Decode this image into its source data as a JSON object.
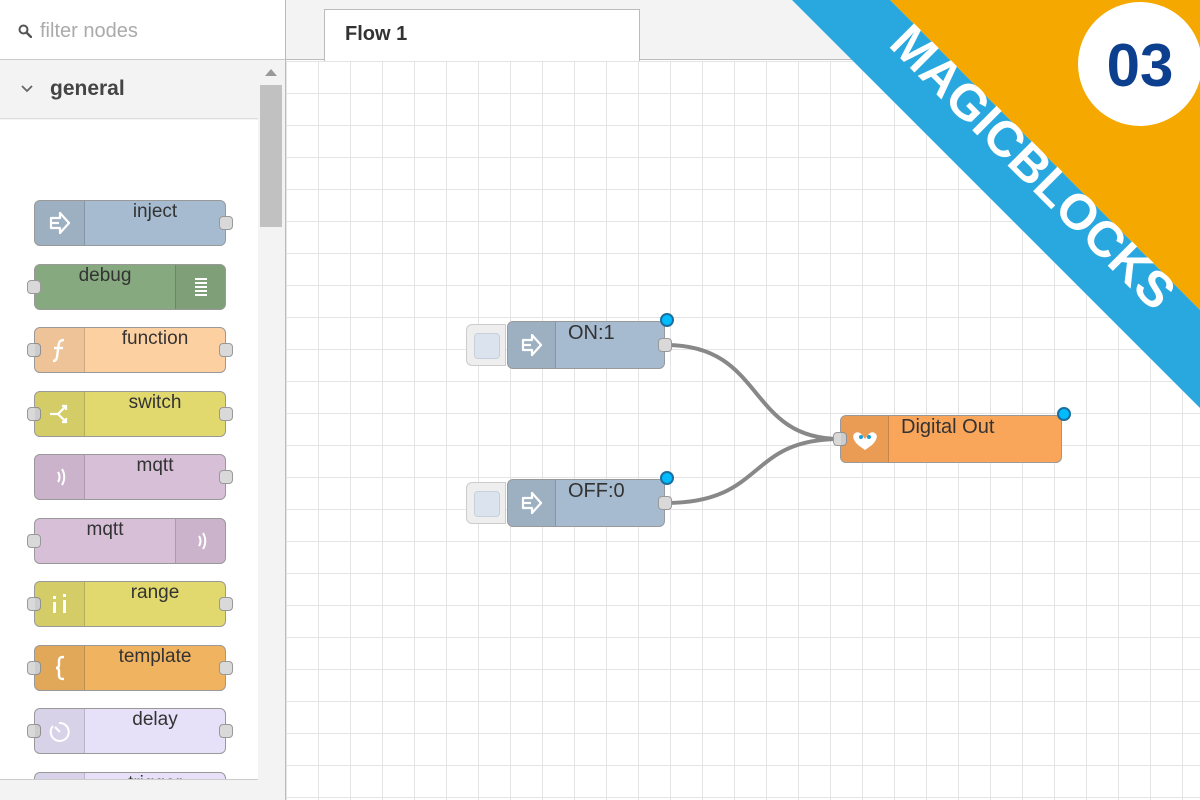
{
  "palette": {
    "search_placeholder": "filter nodes",
    "category": "general",
    "nodes": [
      {
        "label": "inject",
        "color": "#a6bbcf"
      },
      {
        "label": "debug",
        "color": "#87a980"
      },
      {
        "label": "function",
        "color": "#fdd0a2"
      },
      {
        "label": "switch",
        "color": "#e2d96e"
      },
      {
        "label": "mqtt",
        "color": "#d8bfd8"
      },
      {
        "label": "mqtt",
        "color": "#d8bfd8"
      },
      {
        "label": "range",
        "color": "#e2d96e"
      },
      {
        "label": "template",
        "color": "#f0b35f"
      },
      {
        "label": "delay",
        "color": "#e6e0f8"
      },
      {
        "label": "trigger",
        "color": "#e6e0f8"
      }
    ]
  },
  "workspace": {
    "tab_label": "Flow 1",
    "nodes": [
      {
        "label": "ON:1",
        "type": "inject",
        "color": "#a6bbcf"
      },
      {
        "label": "OFF:0",
        "type": "inject",
        "color": "#a6bbcf"
      },
      {
        "label": "Digital Out",
        "type": "magicblocks-digital-out",
        "color": "#f9a65a"
      }
    ]
  },
  "banner": {
    "text": "MAGICBLOCKS",
    "number": "03",
    "colors": {
      "orange": "#f5a800",
      "blue": "#29a8e0",
      "number": "#0d3f8f"
    }
  }
}
